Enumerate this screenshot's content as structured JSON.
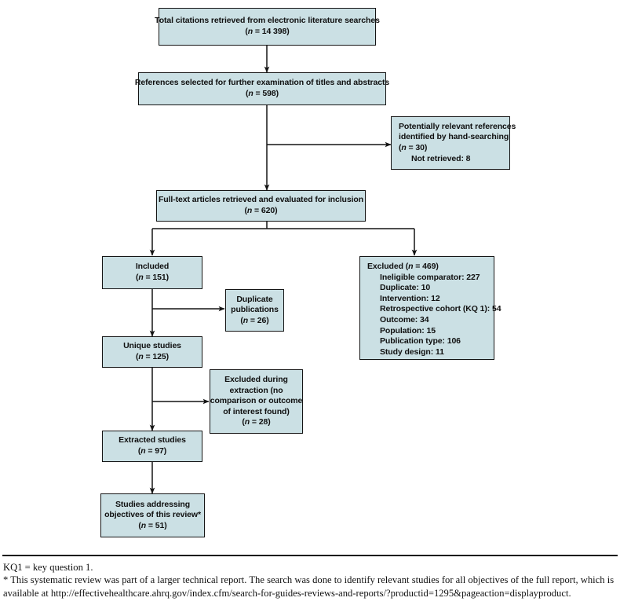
{
  "diagram": {
    "type": "prisma-study-flow-diagram",
    "nodes": {
      "total_citations": {
        "line1": "Total citations retrieved from electronic literature searches",
        "line2_pre": "(",
        "line2_n": "n",
        "line2_post": " = 14 398)"
      },
      "references_selected": {
        "line1": "References selected for further examination of titles and abstracts",
        "line2_pre": "(",
        "line2_n": "n",
        "line2_post": " = 598)"
      },
      "hand_searching": {
        "line1": "Potentially relevant references",
        "line2": "identified by hand-searching",
        "line3_pre": "(",
        "line3_n": "n",
        "line3_post": " = 30)",
        "line4": "Not retrieved: 8"
      },
      "full_text": {
        "line1": "Full-text articles retrieved and evaluated for inclusion",
        "line2_pre": "(",
        "line2_n": "n",
        "line2_post": " = 620)"
      },
      "included": {
        "line1": "Included",
        "line2_pre": "(",
        "line2_n": "n",
        "line2_post": " = 151)"
      },
      "excluded": {
        "line1_pre": "Excluded (",
        "line1_n": "n",
        "line1_post": " = 469)",
        "reasons": [
          "Ineligible comparator: 227",
          "Duplicate: 10",
          "Intervention: 12",
          "Retrospective cohort (KQ 1): 54",
          "Outcome: 34",
          "Population: 15",
          "Publication type: 106",
          "Study design: 11"
        ]
      },
      "duplicate_publications": {
        "line1": "Duplicate",
        "line2": "publications",
        "line3_pre": "(",
        "line3_n": "n",
        "line3_post": " = 26)"
      },
      "unique_studies": {
        "line1": "Unique studies",
        "line2_pre": "(",
        "line2_n": "n",
        "line2_post": " = 125)"
      },
      "excluded_extraction": {
        "line1": "Excluded during",
        "line2": "extraction (no",
        "line3": "comparison or outcome",
        "line4": "of interest found)",
        "line5_pre": "(",
        "line5_n": "n",
        "line5_post": " = 28)"
      },
      "extracted_studies": {
        "line1": "Extracted studies",
        "line2_pre": "(",
        "line2_n": "n",
        "line2_post": " = 97)"
      },
      "studies_addressing": {
        "line1": "Studies addressing",
        "line2": "objectives of this review*",
        "line3_pre": "(",
        "line3_n": "n",
        "line3_post": " = 51)"
      }
    },
    "colors": {
      "box_fill": "#cbe0e4",
      "box_border": "#141414",
      "connector": "#141414",
      "text": "#101010",
      "page_background": "#ffffff"
    }
  },
  "footnote": {
    "line1": "KQ1 = key question 1.",
    "line2": "* This systematic review was part of a larger technical report. The search was done to identify relevant studies for all objectives of the full report, which is available at http://effectivehealthcare.ahrq.gov/index.cfm/search-for-guides-reviews-and-reports/?productid=1295&pageaction=displayproduct."
  }
}
